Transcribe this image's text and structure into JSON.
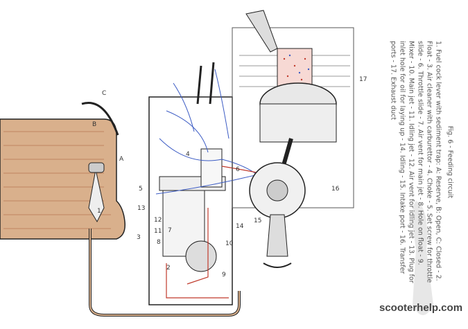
{
  "figure": {
    "title": "Fig. 6 - Feeding circuit",
    "caption": "1. Fuel cock lever with sediment trap: A: Reserve, B: Open, C: Closed - 2. Float - 3. Air cleaner with carburettor - 4. Choke - 5. Set screw for throttle slide - 6. Throttle slide - 7. Air vent for main jet - 8. Hole on float - 9. Mixer - 10. Main jet - 11. Idling jet - 12. Air vent for idling jet - 13. Plug for inlet hole for oil for laying up - 14. Idling - 15. Intake port - 16. Transfer ports - 17. Exhaust duct",
    "labels": [
      "1",
      "2",
      "3",
      "4",
      "5",
      "6",
      "7",
      "8",
      "9",
      "10",
      "11",
      "12",
      "13",
      "14",
      "15",
      "16",
      "17",
      "A",
      "B",
      "C"
    ]
  },
  "watermark": "scooterhelp.com",
  "colors": {
    "fuel": "#c0392b",
    "air": "#3b5bc4",
    "tank": "#d9b08c",
    "line": "#222222"
  }
}
